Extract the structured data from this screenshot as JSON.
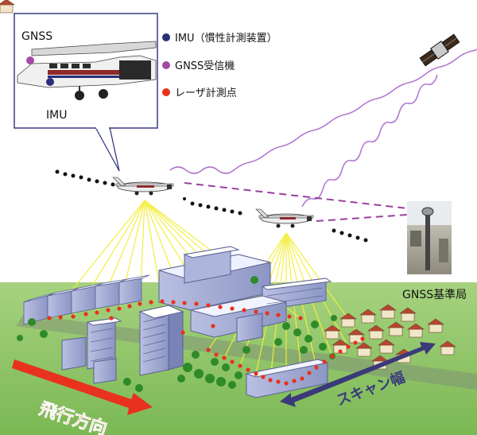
{
  "inset": {
    "gnss": "GNSS",
    "imu": "IMU"
  },
  "legend": [
    {
      "label": "IMU（慣性計測装置）",
      "color": "#2a2f7a"
    },
    {
      "label": "GNSS受信機",
      "color": "#a24aa6"
    },
    {
      "label": "レーザ計測点",
      "color": "#e8321e"
    }
  ],
  "ground_station": {
    "label": "GNSS基準局"
  },
  "arrows": {
    "flight_direction": {
      "label": "飛行方向",
      "color": "#e8321e"
    },
    "scan_width": {
      "label": "スキャン幅",
      "color": "#3a3a7a"
    }
  },
  "colors": {
    "ground": "#8fc46a",
    "ground_dark": "#6fae4a",
    "laser_beam": "#f2ee3a",
    "wave": "#b07ad0",
    "dash_link": "#9a3fa0",
    "building": "#9ea7cf",
    "roof": "#ffffff",
    "tree": "#2f8a2a",
    "house_wall": "#f2e6c8",
    "house_roof": "#b8452e"
  },
  "icons": [
    "satellite-icon",
    "aircraft-icon",
    "ground-station-icon"
  ]
}
